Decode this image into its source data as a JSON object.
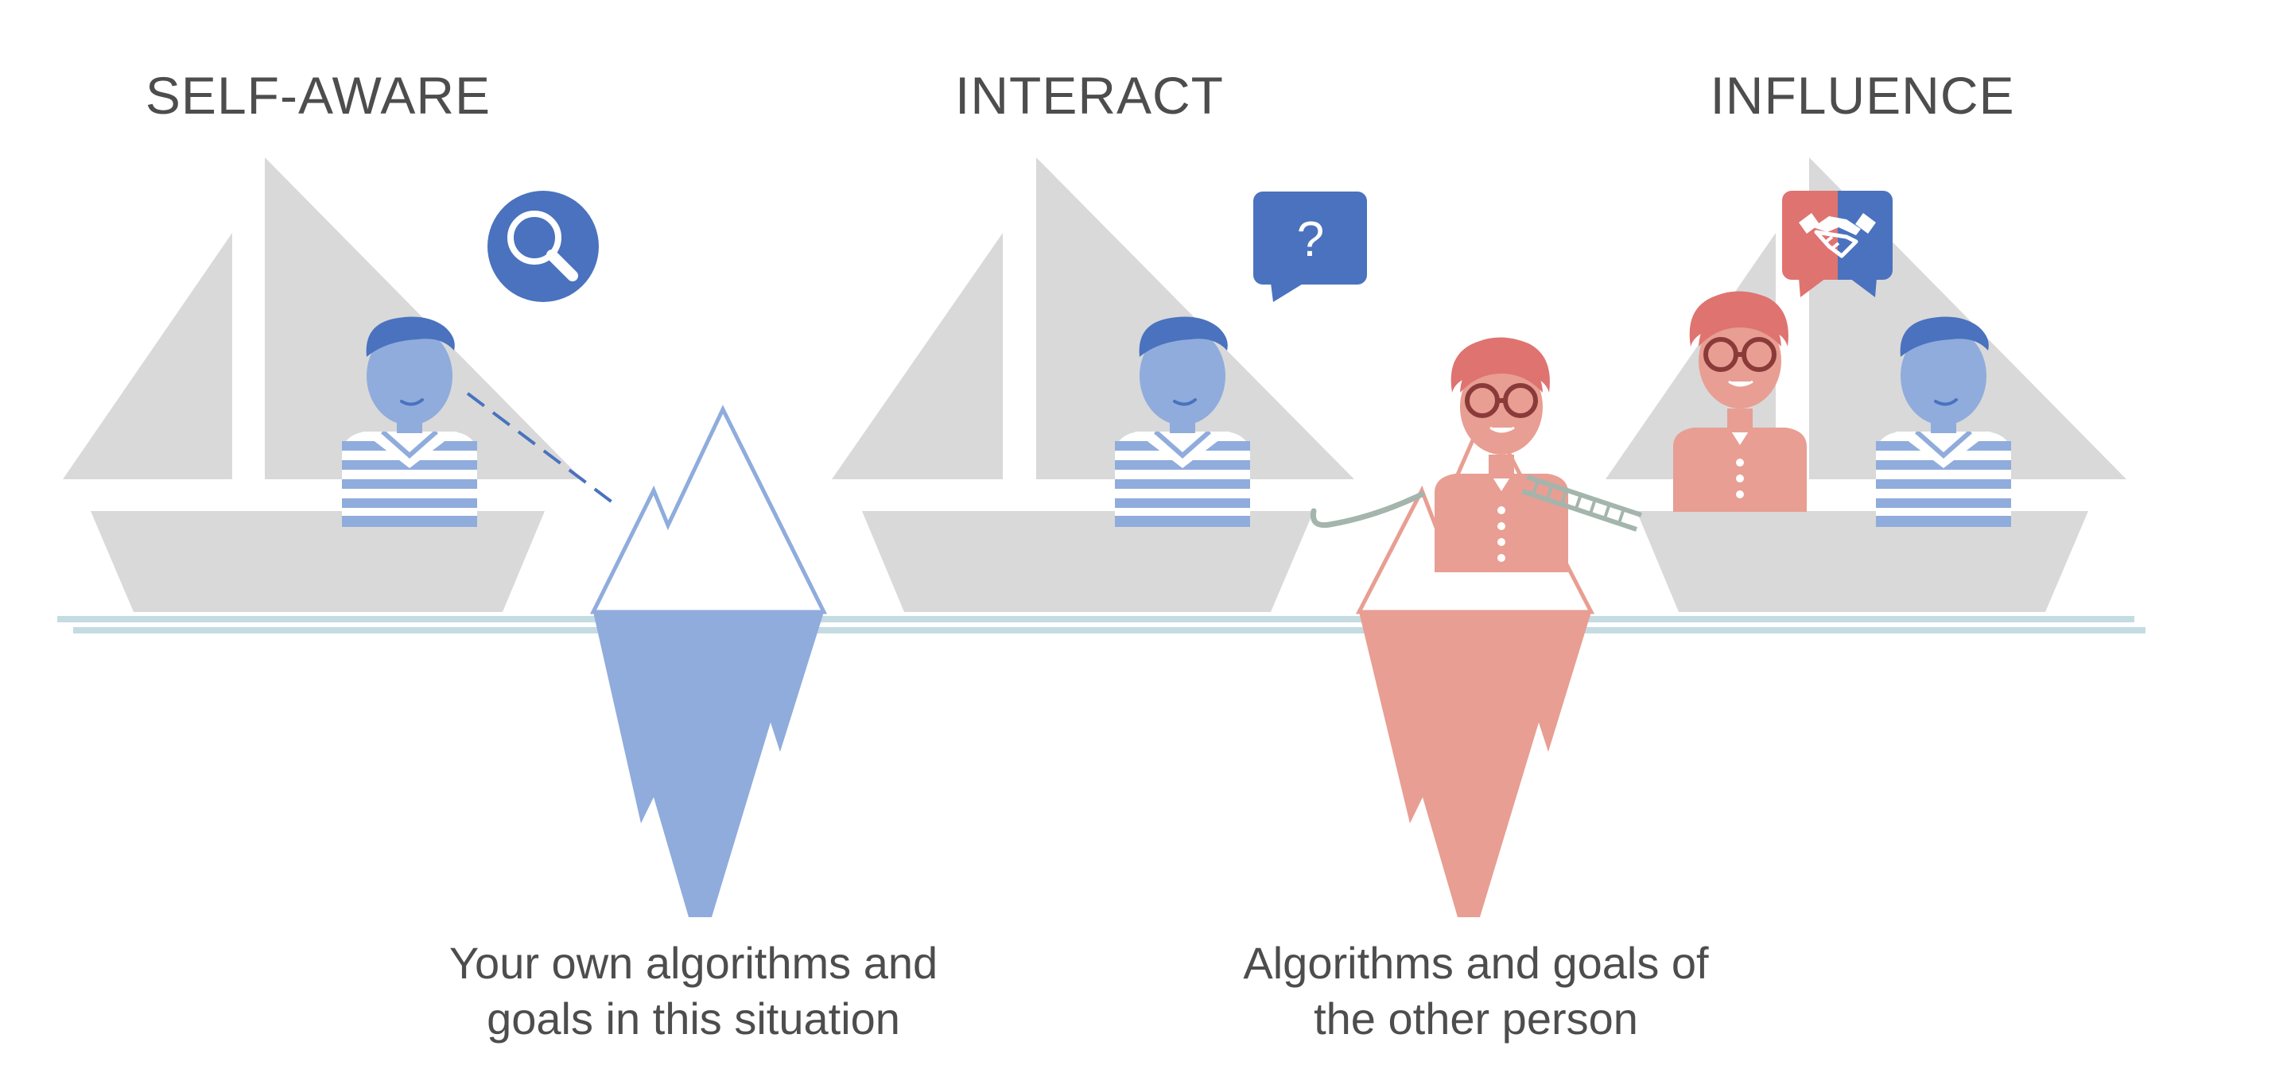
{
  "headings": {
    "self_aware": "SELF-AWARE",
    "interact": "INTERACT",
    "influence": "INFLUENCE"
  },
  "captions": {
    "own": {
      "line1": "Your own algorithms and",
      "line2": "goals in this situation"
    },
    "other": {
      "line1": "Algorithms and goals of",
      "line2": "the other person"
    }
  },
  "question_mark": "?",
  "icons": {
    "search": "magnifying-glass-icon",
    "question": "question-speech-bubble-icon",
    "handshake": "handshake-speech-bubble-icon"
  },
  "colors": {
    "blue": "#4a72be",
    "light_blue": "#8facdc",
    "salmon": "#e89e92",
    "coral": "#df7370",
    "sail_gray": "#d9d9d9",
    "water": "#c5dbe2",
    "text": "#4d4d4d"
  }
}
